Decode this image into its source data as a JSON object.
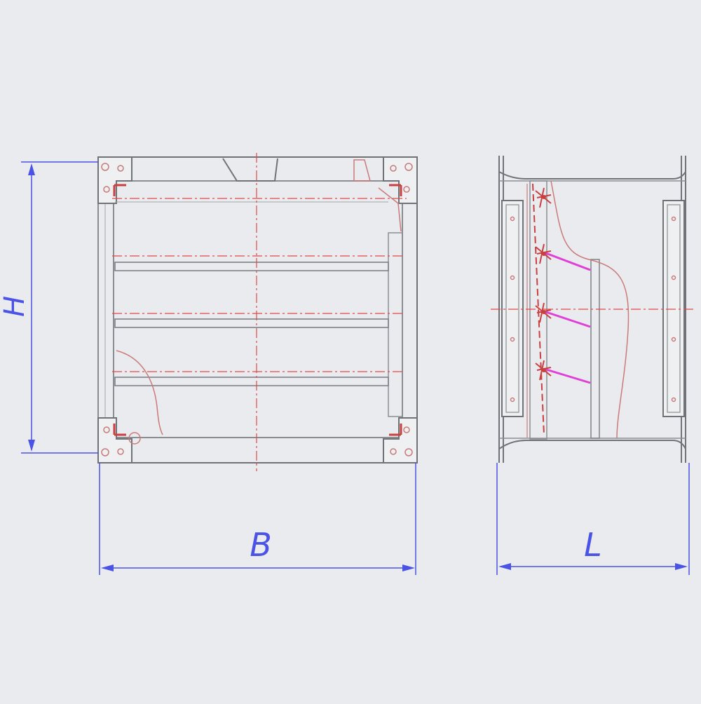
{
  "drawing": {
    "dimension_labels": {
      "height": "H",
      "width": "B",
      "length": "L"
    },
    "colors": {
      "background": "#e9ebee",
      "sheet": "#eaebee",
      "outline": "#6f7377",
      "outline_light": "#a3a7ab",
      "centerline": "#e04a4a",
      "dimension": "#4b53e6",
      "highlight": "#e040d8",
      "hidden_edge": "#c97a7a"
    }
  }
}
